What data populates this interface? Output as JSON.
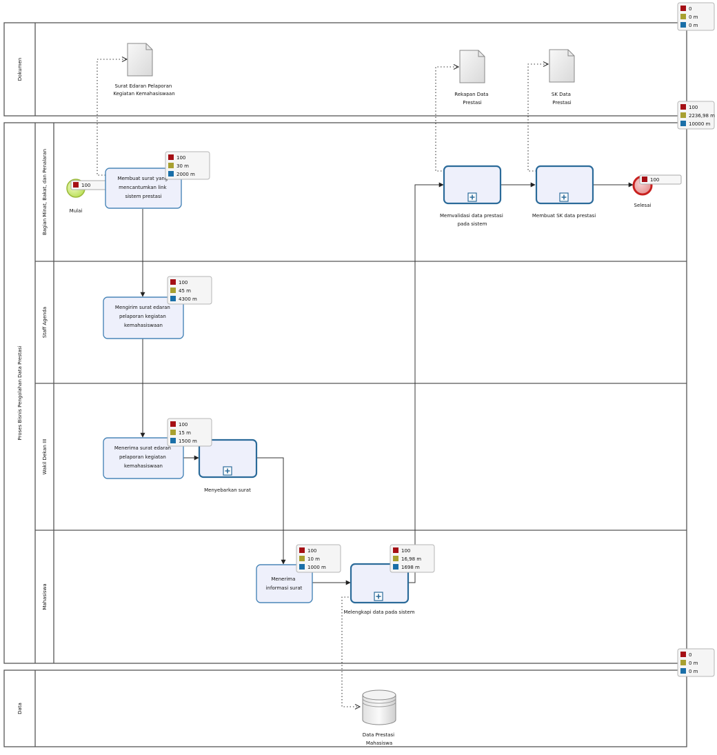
{
  "pool_main": {
    "label": "Proses Bisnis Pengolahan Data Prestasi",
    "lanes": [
      {
        "id": "lane1",
        "label": "Bagian Minat, Bakat, dan Penalaran"
      },
      {
        "id": "lane2",
        "label": "Staff Agenda"
      },
      {
        "id": "lane3",
        "label": "Wakil Dekan III"
      },
      {
        "id": "lane4",
        "label": "Mahasiswa"
      }
    ]
  },
  "pool_dokumen": {
    "label": "Dokumen"
  },
  "pool_data": {
    "label": "Data"
  },
  "colors": {
    "cost": "#a50f15",
    "time": "#a8a030",
    "duration": "#1a6fa8",
    "task_fill": "#eef0fb",
    "task_border": "#4a86b8",
    "sub_border": "#2a6a99",
    "start": "#c8e86a",
    "end": "#e27c7c"
  },
  "events": {
    "start": {
      "label": "Mulai",
      "badge": "100"
    },
    "end": {
      "label": "Selesai",
      "badge": "100"
    }
  },
  "tasks": {
    "t1": {
      "lines": [
        "Membuat surat yang",
        "mencantumkan link",
        "sistem prestasi"
      ]
    },
    "t2": {
      "lines": [
        "Mengirim surat edaran",
        "pelaporan kegiatan",
        "kemahasiswaan"
      ]
    },
    "t3": {
      "lines": [
        "Menerima surat edaran",
        "pelaporan kegiatan",
        "kemahasiswaan"
      ]
    },
    "t4": {
      "lines": [
        "Menerima",
        "informasi surat"
      ]
    },
    "s1": {
      "label": "Menyebarkan surat"
    },
    "s2": {
      "label": "Melengkapi data pada sistem"
    },
    "s3": {
      "lines": [
        "Memvalidasi data prestasi",
        "pada sistem"
      ]
    },
    "s4": {
      "label": "Membuat SK data prestasi"
    }
  },
  "documents": {
    "d1": {
      "lines": [
        "Surat Edaran Pelaporan",
        "Kegiatan Kemahasiswaan"
      ]
    },
    "d2": {
      "lines": [
        "Rekapan Data",
        "Prestasi"
      ]
    },
    "d3": {
      "lines": [
        "SK Data",
        "Prestasi"
      ]
    }
  },
  "datastore": {
    "lines": [
      "Data Prestasi",
      "Mahasiswa"
    ]
  },
  "badges": {
    "pool_dokumen": [
      "0",
      "0 m",
      "0 m"
    ],
    "pool_main": [
      "100",
      "2236,98 m",
      "10000 m"
    ],
    "pool_data": [
      "0",
      "0 m",
      "0 m"
    ],
    "t1": [
      "100",
      "30 m",
      "2000 m"
    ],
    "t2": [
      "100",
      "45 m",
      "4300 m"
    ],
    "t3": [
      "100",
      "15 m",
      "1500 m"
    ],
    "t4": [
      "100",
      "10 m",
      "1000 m"
    ],
    "s2": [
      "100",
      "16,98 m",
      "1698 m"
    ]
  }
}
